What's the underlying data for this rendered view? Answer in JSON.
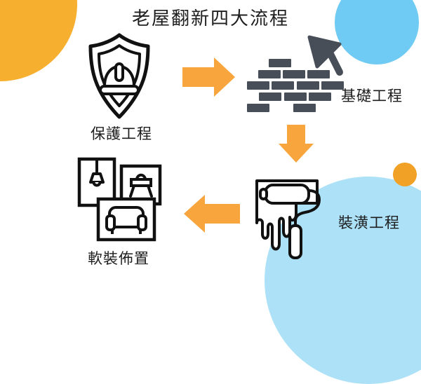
{
  "title": "老屋翻新四大流程",
  "steps": [
    {
      "order": 1,
      "label": "保護工程",
      "icon": "shield-hardhat-icon",
      "position": "top-left"
    },
    {
      "order": 2,
      "label": "基礎工程",
      "icon": "brick-trowel-icon",
      "position": "top-right"
    },
    {
      "order": 3,
      "label": "裝潢工程",
      "icon": "paint-roller-icon",
      "position": "bottom-right"
    },
    {
      "order": 4,
      "label": "軟裝佈置",
      "icon": "furniture-icon",
      "position": "bottom-left"
    }
  ],
  "flow_arrows": [
    {
      "from": "保護工程",
      "to": "基礎工程",
      "direction": "right"
    },
    {
      "from": "基礎工程",
      "to": "裝潢工程",
      "direction": "down"
    },
    {
      "from": "裝潢工程",
      "to": "軟裝佈置",
      "direction": "left"
    }
  ],
  "colors": {
    "background": "#FFFFFF",
    "text": "#1E1E1E",
    "arrow_orange": "#F7A53C",
    "circle_orange_large": "#F6AF2E",
    "circle_orange_small": "#F1A125",
    "circle_blue_top": "#6FCBF3",
    "circle_blue_bottom": "#ACE1F7",
    "brick_gray": "#474E58",
    "icon_stroke": "#111111"
  }
}
